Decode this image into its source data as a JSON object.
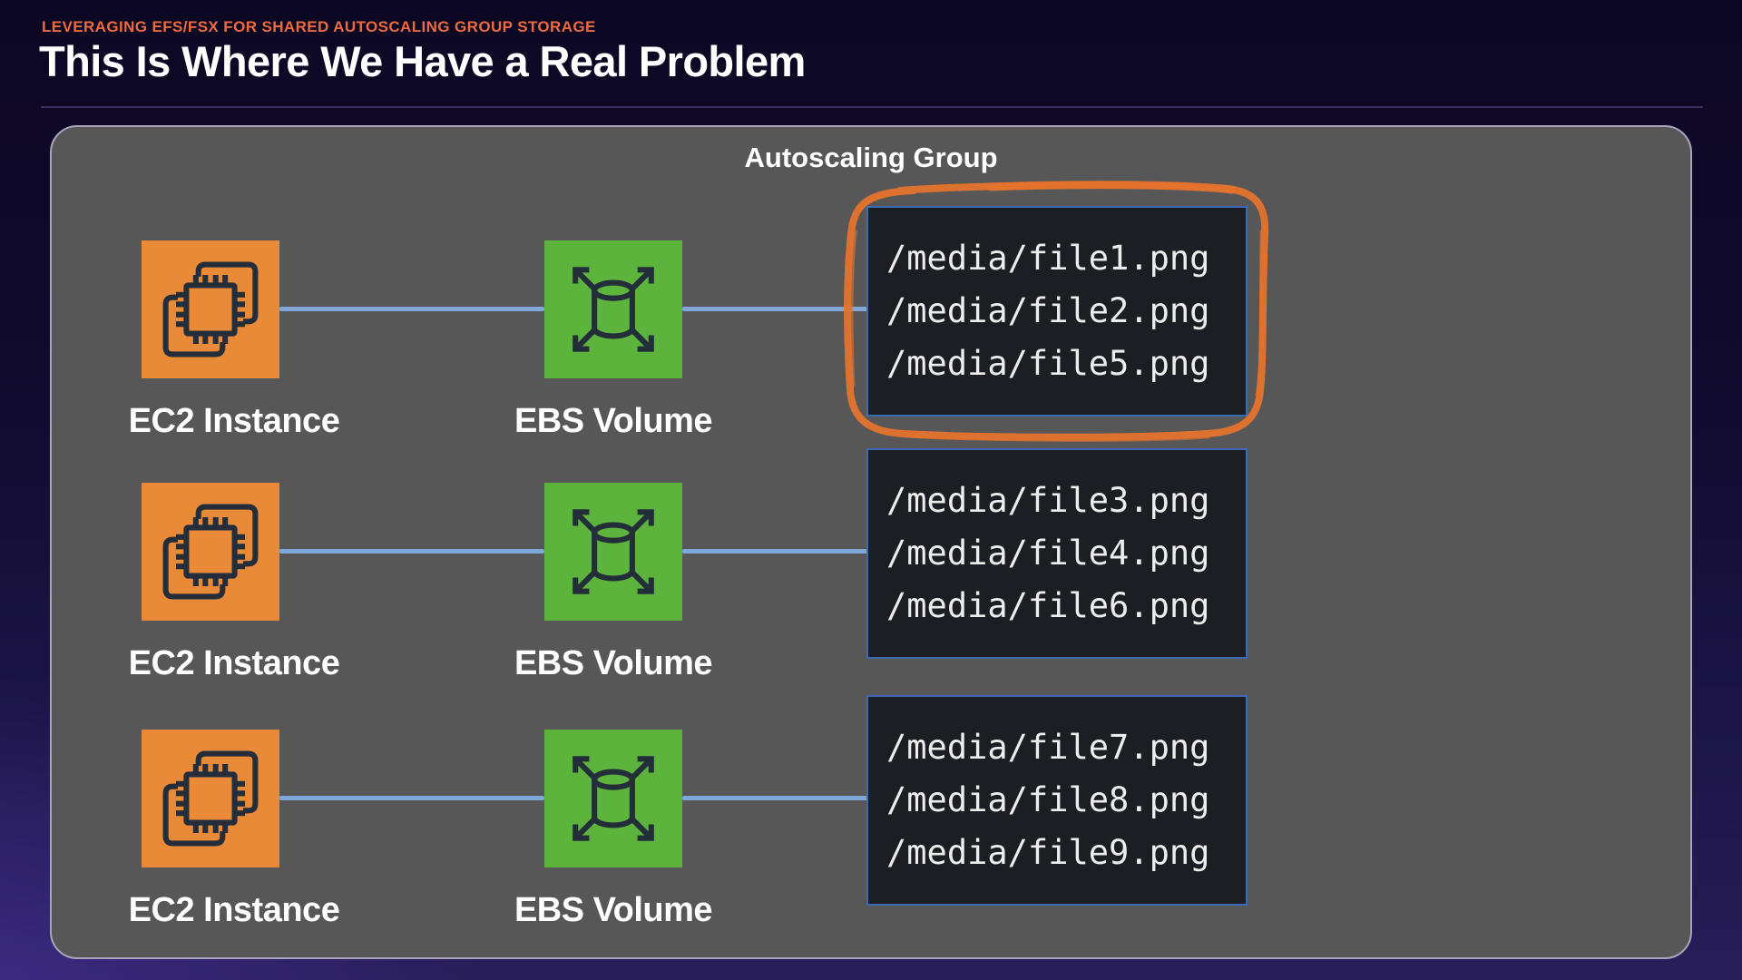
{
  "slide": {
    "eyebrow": "LEVERAGING EFS/FSX FOR SHARED AUTOSCALING GROUP STORAGE",
    "title": "This Is Where We Have a Real Problem"
  },
  "diagram": {
    "group_label": "Autoscaling Group",
    "rows": [
      {
        "instance_label": "EC2 Instance",
        "volume_label": "EBS Volume",
        "files": [
          "/media/file1.png",
          "/media/file2.png",
          "/media/file5.png"
        ],
        "highlighted": true
      },
      {
        "instance_label": "EC2 Instance",
        "volume_label": "EBS Volume",
        "files": [
          "/media/file3.png",
          "/media/file4.png",
          "/media/file6.png"
        ],
        "highlighted": false
      },
      {
        "instance_label": "EC2 Instance",
        "volume_label": "EBS Volume",
        "files": [
          "/media/file7.png",
          "/media/file8.png",
          "/media/file9.png"
        ],
        "highlighted": false
      }
    ]
  },
  "colors": {
    "eyebrow_orange": "#EC6A3E",
    "ec2_orange": "#E98A38",
    "ebs_green": "#5CB43C",
    "icon_stroke": "#242E3A",
    "connector_blue": "#7FA8D9",
    "code_border_blue": "#3C6BB3",
    "code_background": "#1B1E23",
    "highlight_orange": "#E5732D",
    "panel_gray": "#575757"
  }
}
